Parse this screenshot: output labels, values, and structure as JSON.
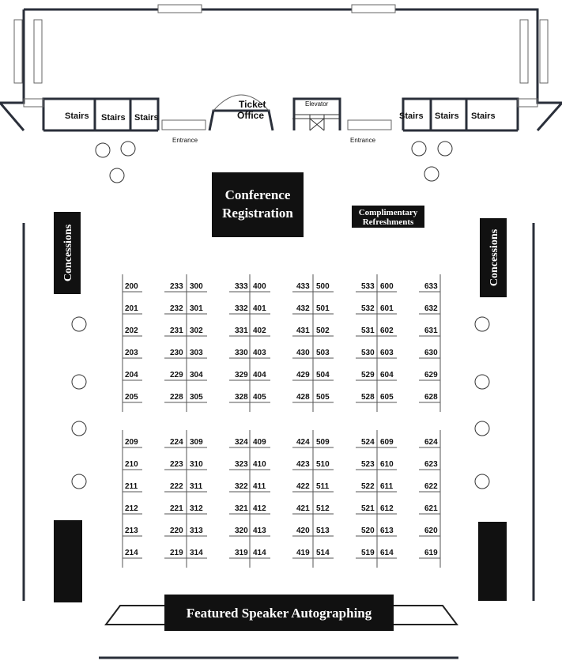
{
  "map": {
    "stairs_label": "Stairs",
    "ticket_office": [
      "Ticket",
      "Office"
    ],
    "elevator": "Elevator",
    "entrance": "Entrance",
    "conference_registration": [
      "Conference",
      "Registration"
    ],
    "refreshments": [
      "Complimentary",
      "Refreshments"
    ],
    "concessions": "Concessions",
    "featured_speaker": "Featured Speaker Autographing"
  },
  "booths": {
    "upper_rows": [
      [
        "200",
        "233",
        "300",
        "333",
        "400",
        "433",
        "500",
        "533",
        "600",
        "633"
      ],
      [
        "201",
        "232",
        "301",
        "332",
        "401",
        "432",
        "501",
        "532",
        "601",
        "632"
      ],
      [
        "202",
        "231",
        "302",
        "331",
        "402",
        "431",
        "502",
        "531",
        "602",
        "631"
      ],
      [
        "203",
        "230",
        "303",
        "330",
        "403",
        "430",
        "503",
        "530",
        "603",
        "630"
      ],
      [
        "204",
        "229",
        "304",
        "329",
        "404",
        "429",
        "504",
        "529",
        "604",
        "629"
      ],
      [
        "205",
        "228",
        "305",
        "328",
        "405",
        "428",
        "505",
        "528",
        "605",
        "628"
      ]
    ],
    "lower_rows": [
      [
        "209",
        "224",
        "309",
        "324",
        "409",
        "424",
        "509",
        "524",
        "609",
        "624"
      ],
      [
        "210",
        "223",
        "310",
        "323",
        "410",
        "423",
        "510",
        "523",
        "610",
        "623"
      ],
      [
        "211",
        "222",
        "311",
        "322",
        "411",
        "422",
        "511",
        "522",
        "611",
        "622"
      ],
      [
        "212",
        "221",
        "312",
        "321",
        "412",
        "421",
        "512",
        "521",
        "612",
        "621"
      ],
      [
        "213",
        "220",
        "313",
        "320",
        "413",
        "420",
        "513",
        "520",
        "613",
        "620"
      ],
      [
        "214",
        "219",
        "314",
        "319",
        "414",
        "419",
        "514",
        "519",
        "614",
        "619"
      ]
    ]
  }
}
